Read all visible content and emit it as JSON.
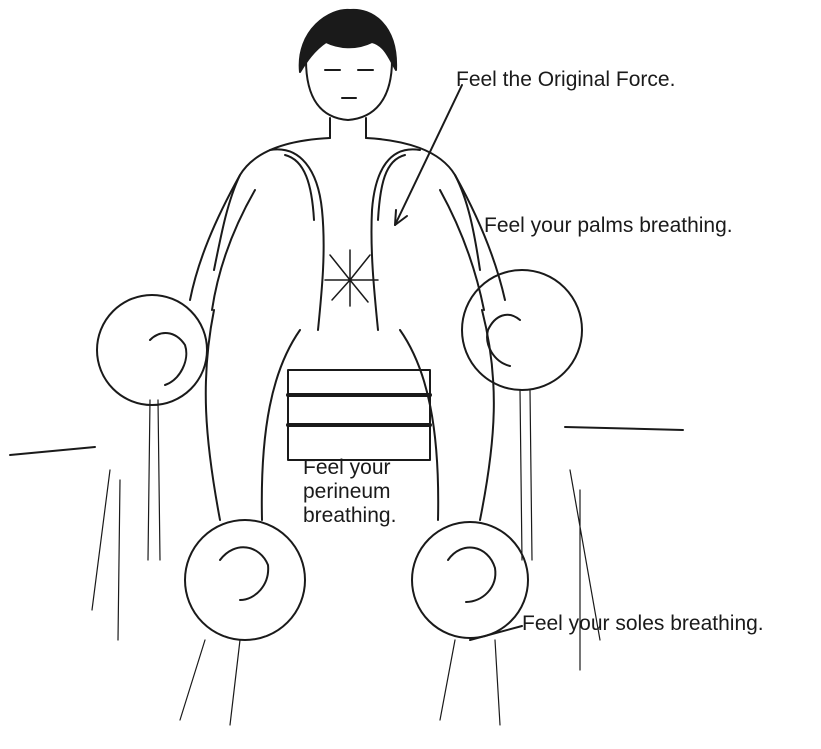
{
  "diagram": {
    "labels": {
      "original_force": "Feel the Original Force.",
      "palms": "Feel your palms breathing.",
      "perineum": "Feel your perineum breathing.",
      "soles": "Feel your soles breathing."
    },
    "colors": {
      "ink": "#1a1a1a",
      "background": "#ffffff"
    }
  }
}
